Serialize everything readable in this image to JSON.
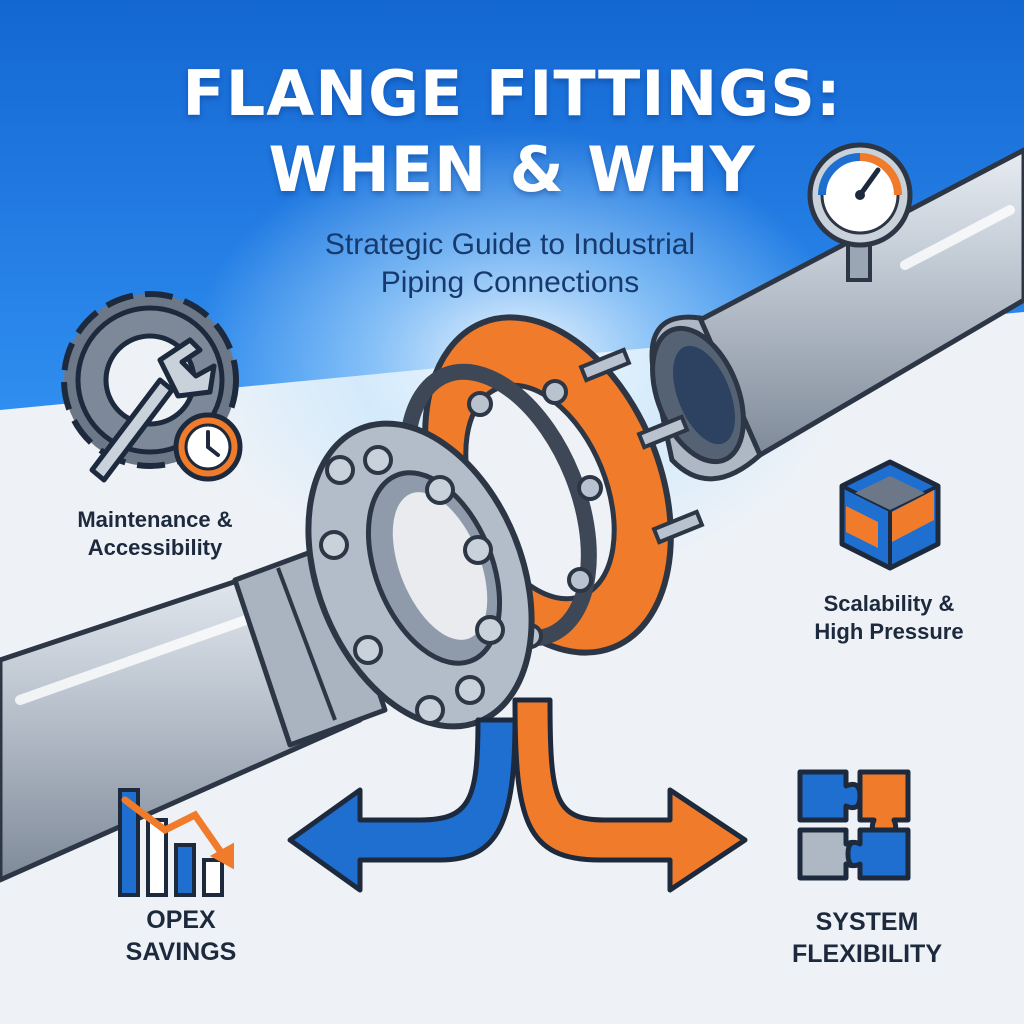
{
  "title": {
    "line1": "FLANGE FITTINGS:",
    "line2": "WHEN & WHY"
  },
  "subtitle": {
    "line1": "Strategic Guide to Industrial",
    "line2": "Piping Connections"
  },
  "features": {
    "maintenance": {
      "line1": "Maintenance &",
      "line2": "Accessibility",
      "icon": "gear-wrench-clock-icon"
    },
    "scalability": {
      "line1": "Scalability &",
      "line2": "High Pressure",
      "icon": "puzzle-cube-icon"
    },
    "opex": {
      "line1": "OPEX",
      "line2": "SAVINGS",
      "icon": "declining-bar-chart-icon"
    },
    "flexibility": {
      "line1": "SYSTEM",
      "line2": "FLEXIBILITY",
      "icon": "puzzle-pieces-icon"
    }
  },
  "colors": {
    "blue": "#1f6fd1",
    "orange": "#f07b2a",
    "steel": "#b9c3cf",
    "navy": "#1d2a3d"
  }
}
